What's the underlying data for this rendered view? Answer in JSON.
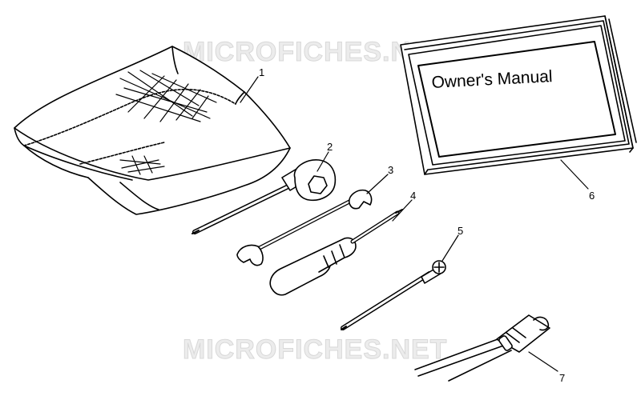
{
  "watermark": {
    "top": "MICROFICHES.NET",
    "bottom": "MICROFICHES.NET"
  },
  "manual": {
    "title": "Owner's Manual"
  },
  "callouts": [
    "1",
    "2",
    "3",
    "4",
    "5",
    "6",
    "7"
  ]
}
